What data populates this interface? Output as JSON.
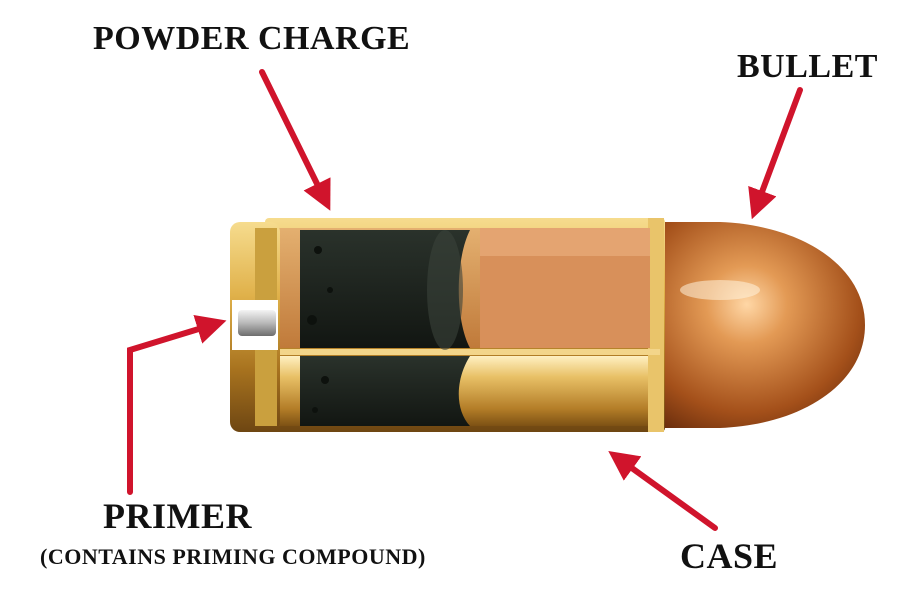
{
  "labels": {
    "powder_charge": "POWDER CHARGE",
    "bullet": "BULLET",
    "primer": "PRIMER",
    "primer_note": "(CONTAINS PRIMING COMPOUND)",
    "case": "CASE"
  },
  "colors": {
    "arrow": "#d0142c",
    "brass": "#d4a23a",
    "bullet_copper": "#b8621f",
    "powder": "#1e2620"
  }
}
